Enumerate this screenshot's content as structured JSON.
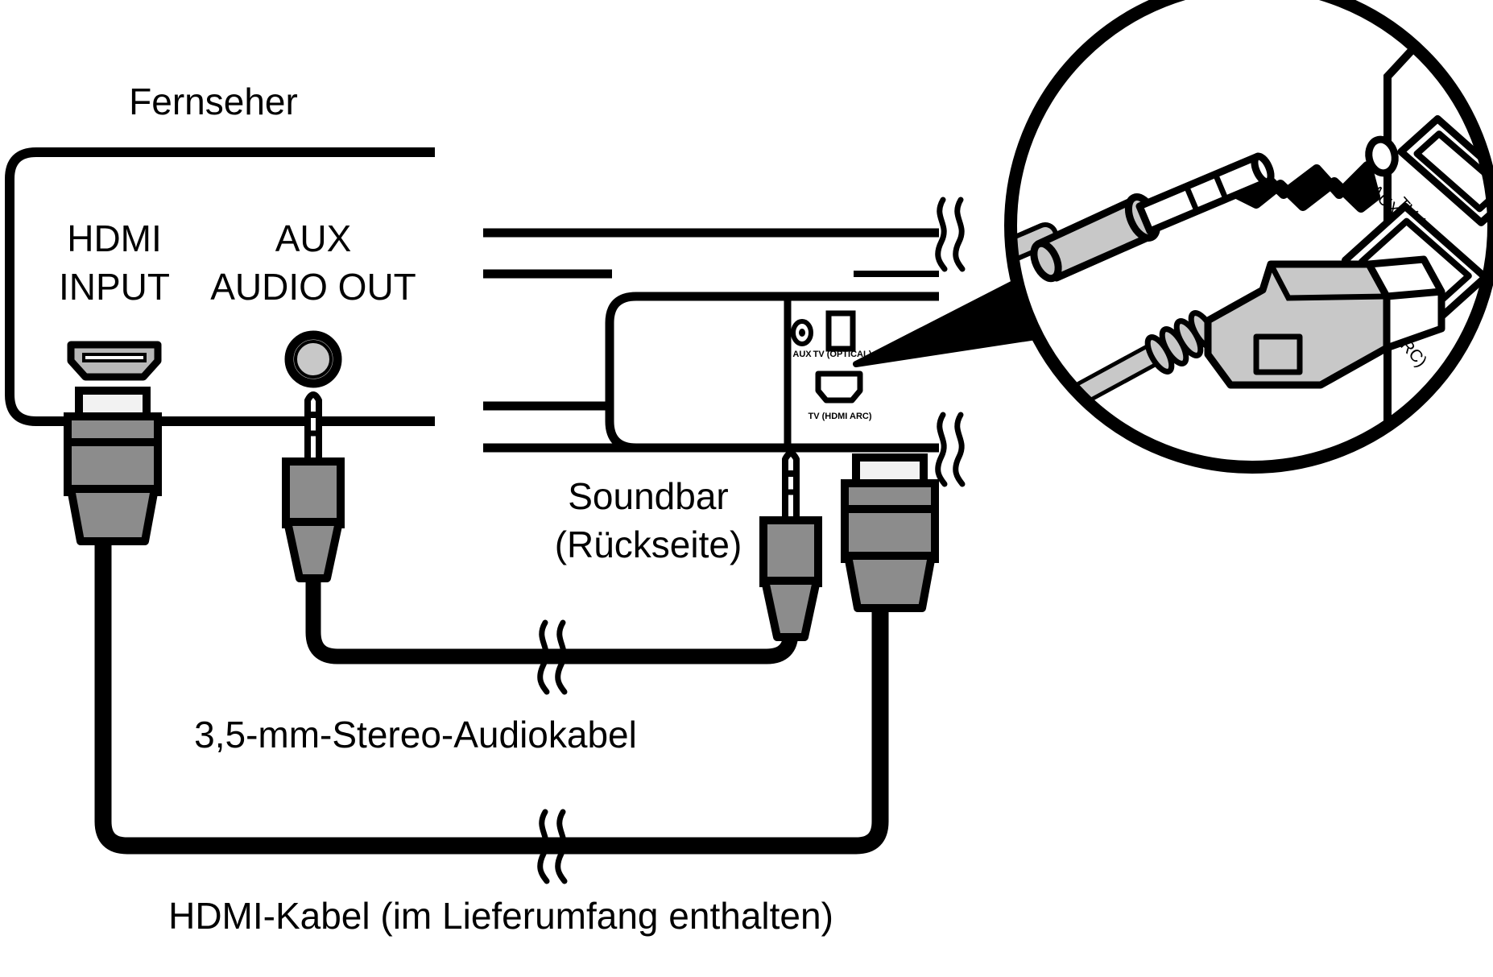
{
  "diagram": {
    "language": "de",
    "type": "connection-diagram",
    "title_tv": "Fernseher",
    "soundbar_label_line1": "Soundbar",
    "soundbar_label_line2": "(Rückseite)",
    "captions": {
      "audio_cable": "3,5-mm-Stereo-Audiokabel",
      "hdmi_cable": "HDMI-Kabel (im Lieferumfang enthalten)"
    },
    "tv": {
      "ports": [
        {
          "name": "hdmi",
          "line1": "HDMI",
          "line2": "INPUT",
          "type": "hdmi-socket"
        },
        {
          "name": "aux",
          "line1": "AUX",
          "line2": "AUDIO OUT",
          "type": "jack-socket"
        }
      ]
    },
    "soundbar": {
      "ports": [
        {
          "name": "aux",
          "label": "AUX",
          "type": "jack-socket"
        },
        {
          "name": "optical",
          "label": "TV (OPTICAL)",
          "type": "optical-socket"
        },
        {
          "name": "hdmi-arc",
          "label": "TV (HDMI  ARC)",
          "type": "hdmi-socket"
        }
      ]
    },
    "inset": {
      "shape": "magnifier-circle",
      "ports": [
        {
          "name": "aux",
          "label": "AUX"
        },
        {
          "name": "optical",
          "label": "TV (OPTICAL)"
        },
        {
          "name": "hdmi-arc",
          "label": "TV (HDMI  ARC)"
        }
      ],
      "arrow": "zigzag-insert-arrow",
      "plugs": [
        {
          "name": "stereo-mini-jack-plug"
        },
        {
          "name": "hdmi-plug"
        }
      ]
    },
    "colors": {
      "outline": "#000000",
      "background": "#ffffff",
      "metal_light": "#c8c8c8",
      "metal_mid": "#8c8c8c",
      "metal_pale": "#f2f2f2"
    },
    "symbols": {
      "break_mark": "cable-break-squiggle"
    }
  }
}
